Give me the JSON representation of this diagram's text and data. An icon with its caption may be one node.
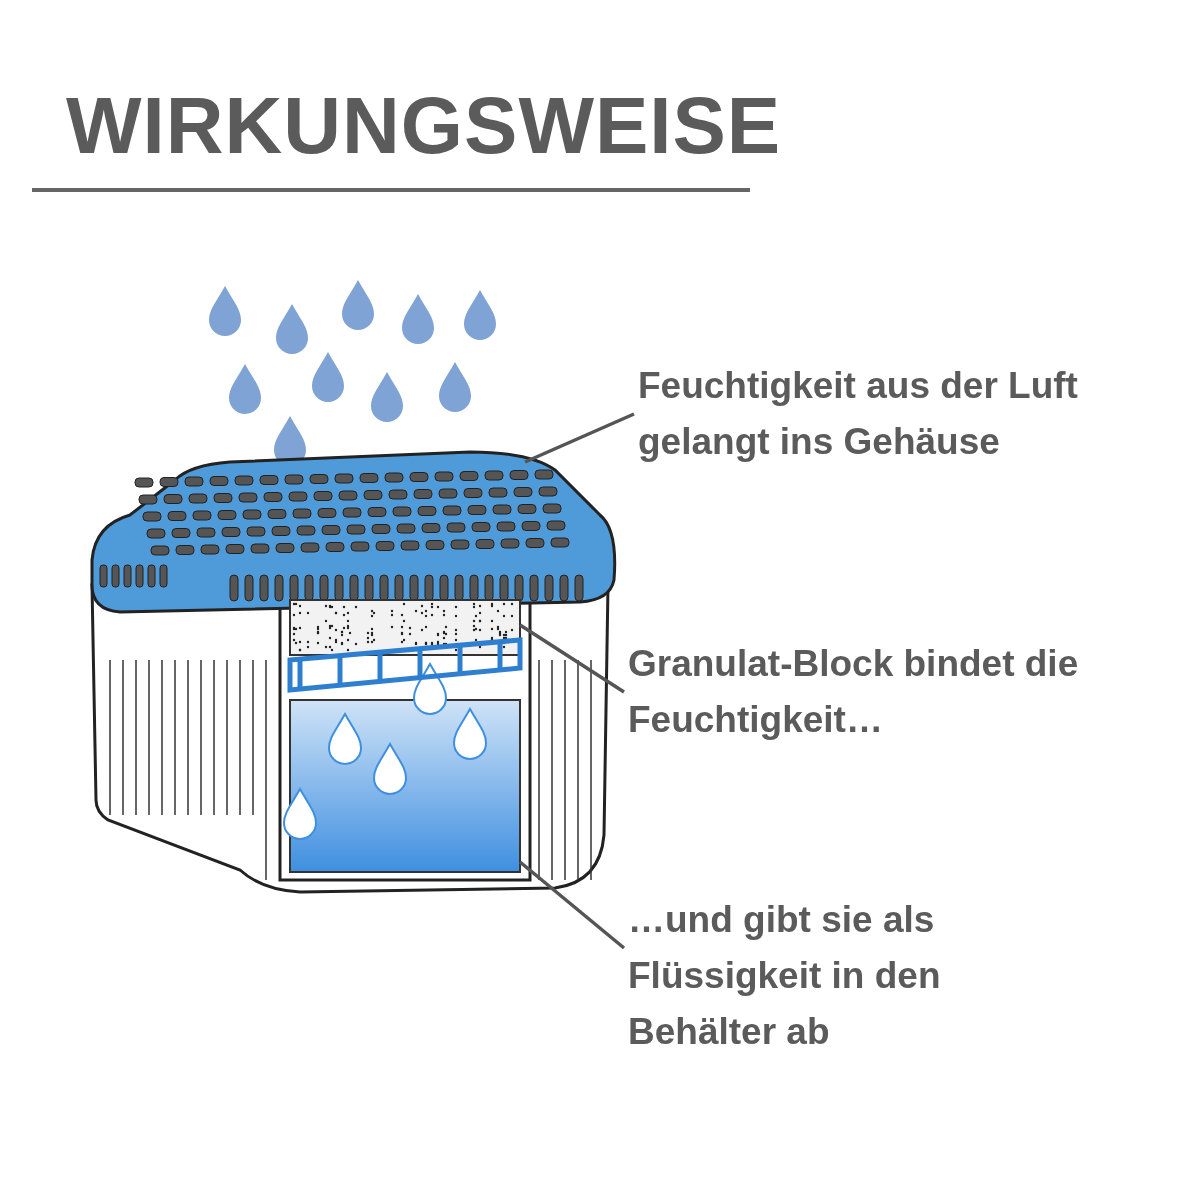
{
  "diagram": {
    "title": "WIRKUNGSWEISE",
    "nodes": [
      {
        "text": [
          "Feuchtigkeit aus der Luft gelangt ins Gehäuse"
        ]
      },
      {
        "text": [],
        "shape": "picture"
      },
      {
        "text": [
          "Granulat-Block bindet die Feuchtigkeit…"
        ]
      },
      {
        "text": [],
        "shape": "picture"
      },
      {
        "text": [
          "…und gibt sie als Flüssigkeit in den Behälter ab"
        ]
      },
      {
        "text": [],
        "shape": "picture"
      }
    ],
    "edges": [
      {
        "from": 0,
        "to": 1,
        "arrow": "none"
      },
      {
        "from": 2,
        "to": 3,
        "arrow": "none"
      },
      {
        "from": 4,
        "to": 5,
        "arrow": "none"
      }
    ]
  }
}
